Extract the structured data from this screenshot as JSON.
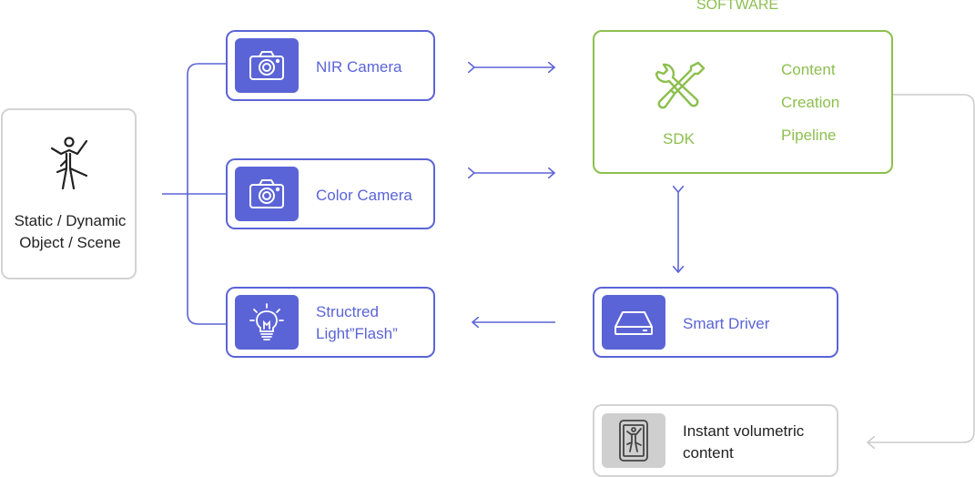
{
  "software_title": "SOFTWARE",
  "source": {
    "line1": "Static / Dynamic",
    "line2": "Object / Scene",
    "icon": "dancer-icon"
  },
  "nir_camera": {
    "label": "NIR Camera",
    "icon": "camera-icon"
  },
  "color_camera": {
    "label": "Color Camera",
    "icon": "camera-icon"
  },
  "structured_light": {
    "line1": "Structred",
    "line2": "Light”Flash”",
    "icon": "light-bulb-icon"
  },
  "sdk": {
    "label": "SDK",
    "icon": "tools-icon",
    "pipeline": [
      "Content",
      "Creation",
      "Pipeline"
    ]
  },
  "smart_driver": {
    "label": "Smart Driver",
    "icon": "drive-icon"
  },
  "volumetric": {
    "line1": "Instant volumetric",
    "line2": "content",
    "icon": "phone-dancer-icon"
  },
  "colors": {
    "accent": "#5b64d6",
    "green": "#8cbf4e",
    "gray": "#d3d3d3"
  }
}
